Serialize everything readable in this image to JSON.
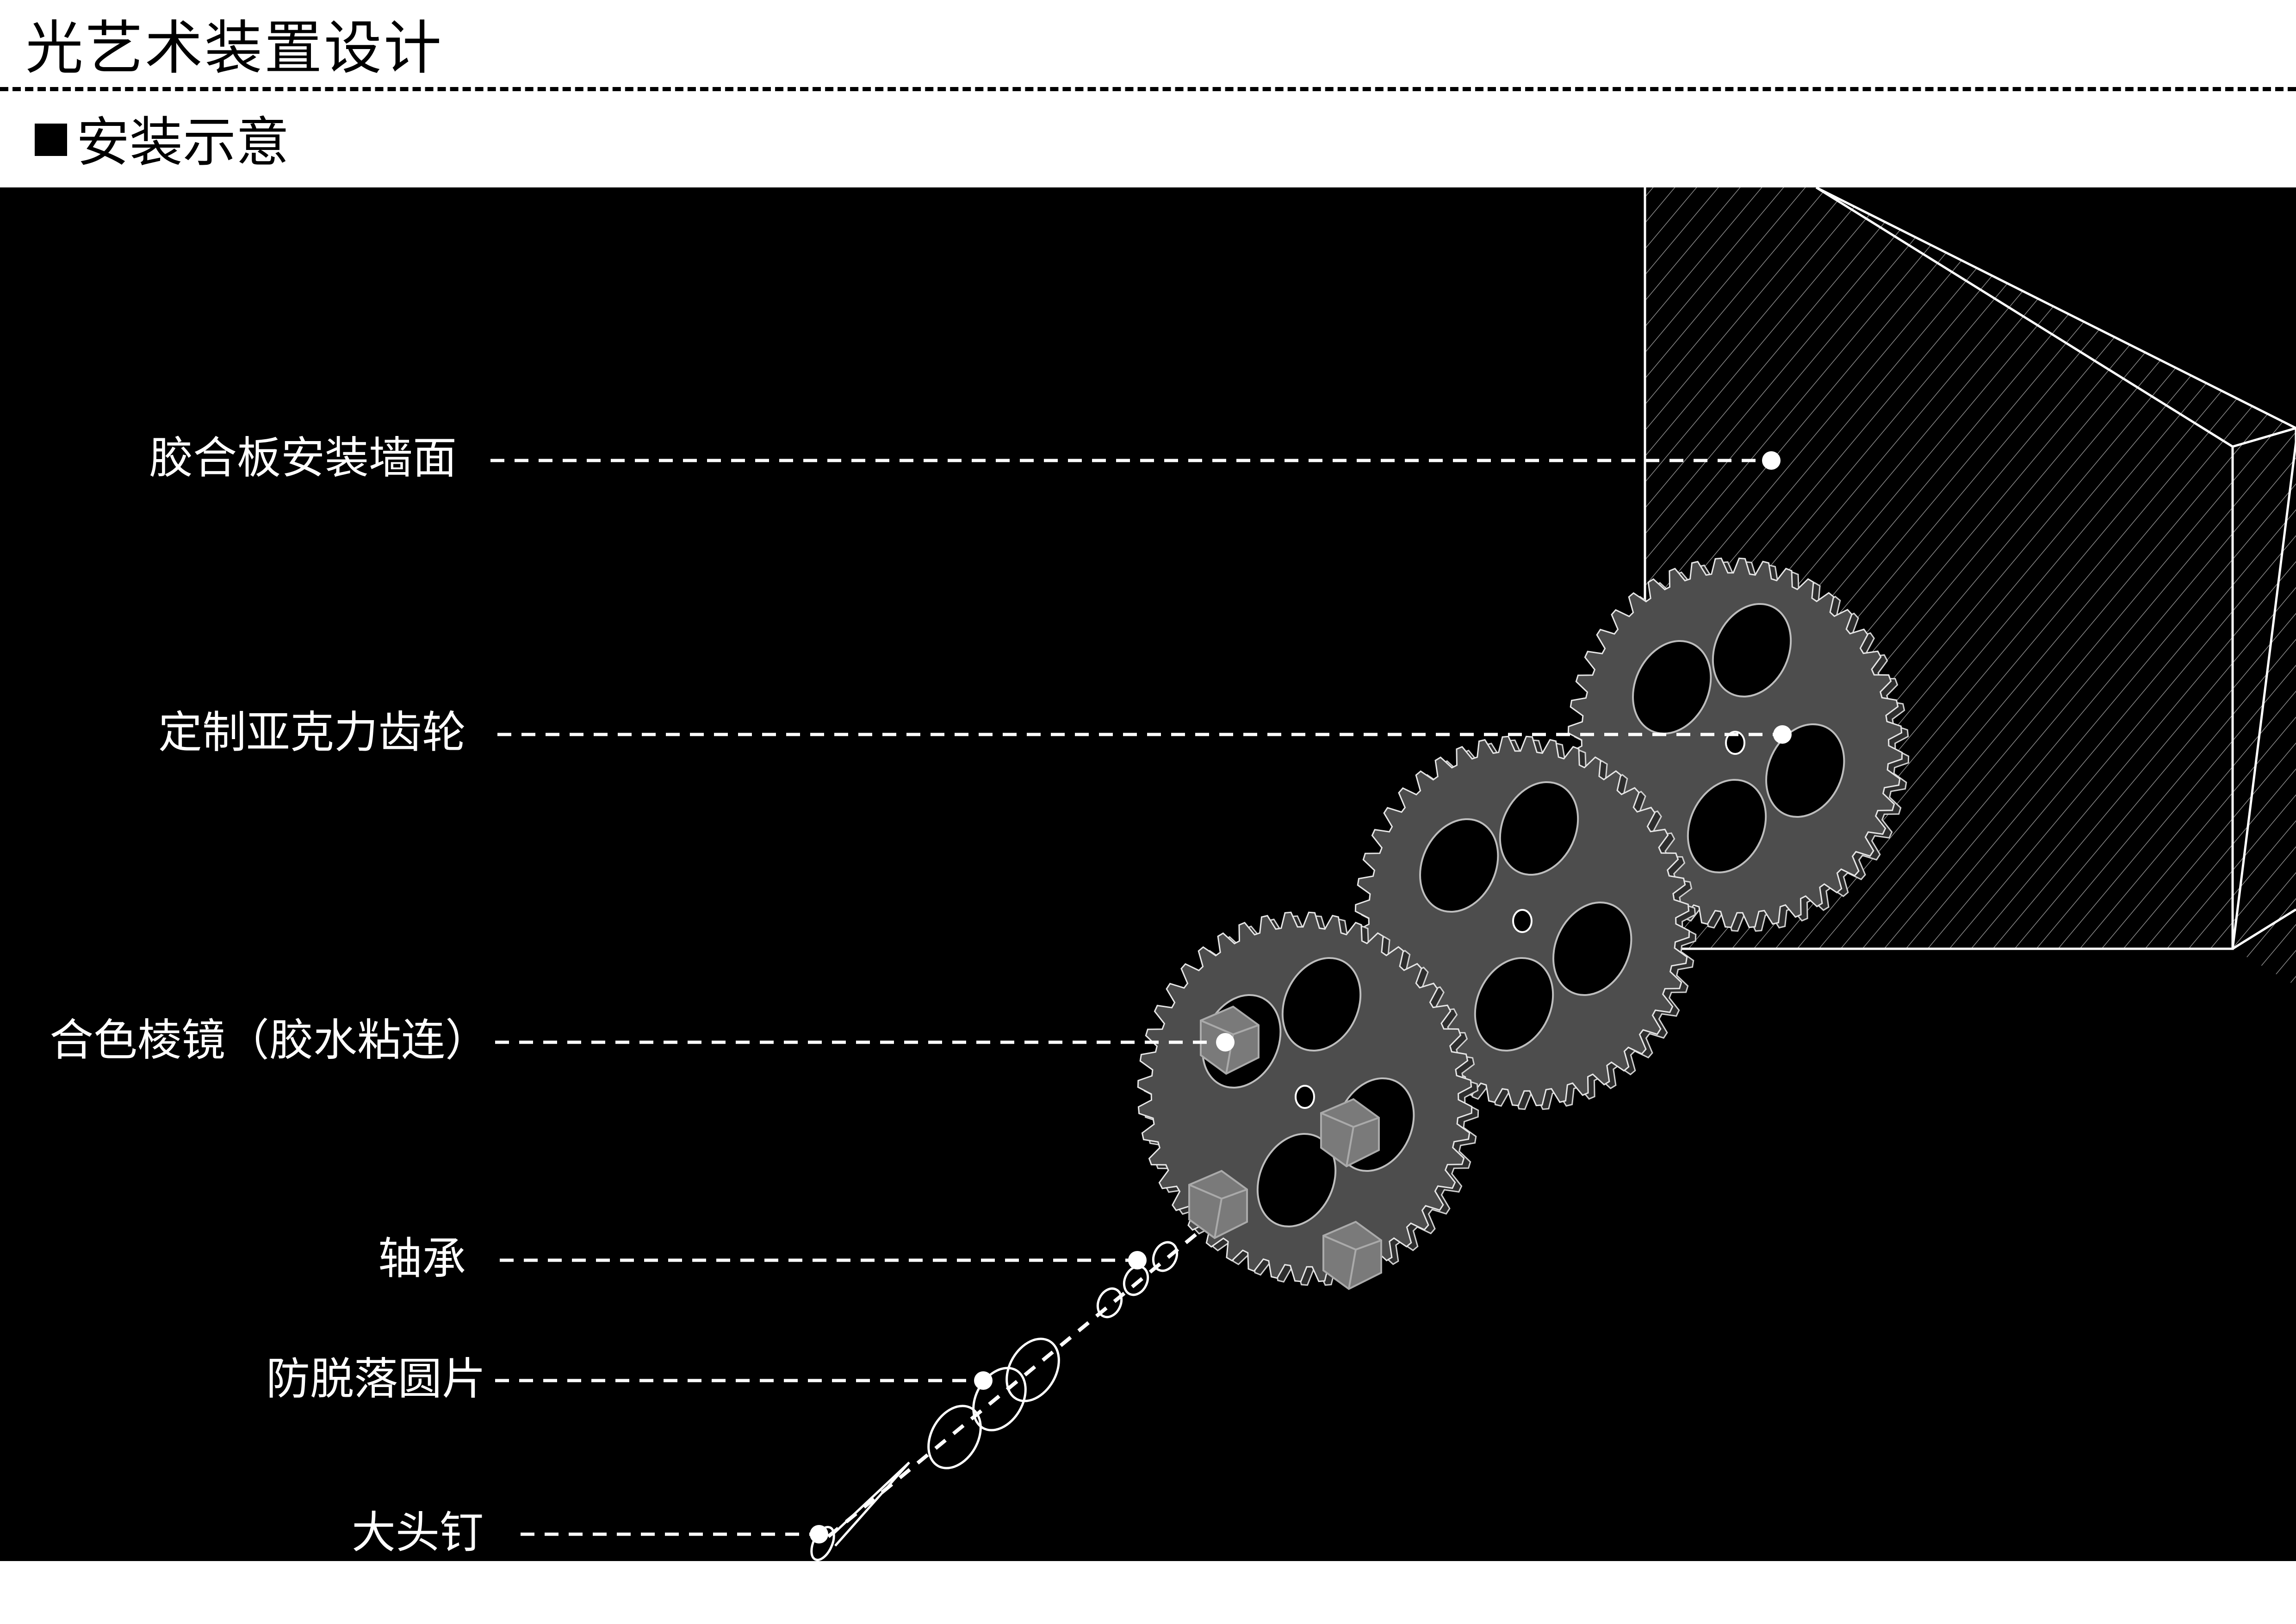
{
  "header": {
    "title": "光艺术装置设计",
    "section": "安装示意"
  },
  "diagram": {
    "labels": [
      {
        "id": "wall",
        "text": "胶合板安装墙面"
      },
      {
        "id": "gear",
        "text": "定制亚克力齿轮"
      },
      {
        "id": "prism",
        "text": "合色棱镜（胶水粘连）"
      },
      {
        "id": "bearing",
        "text": "轴承"
      },
      {
        "id": "washer",
        "text": "防脱落圆片"
      },
      {
        "id": "pin",
        "text": "大头钉"
      }
    ]
  },
  "colors": {
    "background": "#000000",
    "gear_fill": "#4d4d4d",
    "line": "#ffffff"
  }
}
